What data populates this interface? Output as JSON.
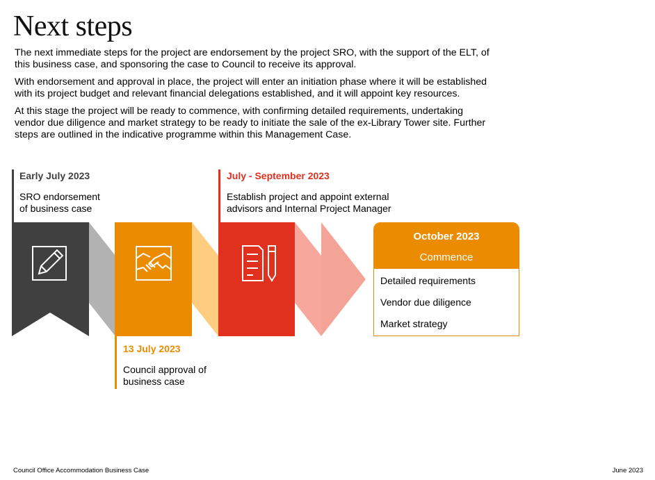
{
  "page": {
    "title": "Next steps",
    "paragraphs": [
      "The next immediate steps for the project are endorsement by the project SRO, with the support of the ELT, of this business case, and sponsoring the case to Council to receive its approval.",
      "With endorsement and approval in place, the project will enter an initiation phase where it will be established with its project budget and relevant financial delegations established, and it will appoint key resources.",
      "At this stage the project will be ready to commence, with confirming detailed requirements, undertaking vendor due diligence and market strategy to be ready to initiate the sale of the ex-Library Tower site. Further steps are outlined in the indicative programme within this Management Case."
    ]
  },
  "timeline": {
    "phases": [
      {
        "date": "Early July 2023",
        "description_lines": [
          "SRO endorsement",
          "of business case"
        ],
        "icon": "pencil-icon",
        "color": "#404041"
      },
      {
        "date": "13 July 2023",
        "description_lines": [
          "Council approval of",
          "business case"
        ],
        "icon": "handshake-icon",
        "color": "#eb8c00"
      },
      {
        "date": "July - September 2023",
        "description_lines": [
          "Establish project and appoint external",
          "advisors and Internal Project Manager"
        ],
        "icon": "document-pen-icon",
        "color": "#e0301e"
      }
    ],
    "final": {
      "date": "October 2023",
      "subtitle": "Commence",
      "items": [
        "Detailed requirements",
        "Vendor due diligence",
        "Market strategy"
      ],
      "color": "#eb8c00"
    }
  },
  "footer": {
    "left": "Council Office Accommodation Business Case",
    "right": "June 2023"
  }
}
